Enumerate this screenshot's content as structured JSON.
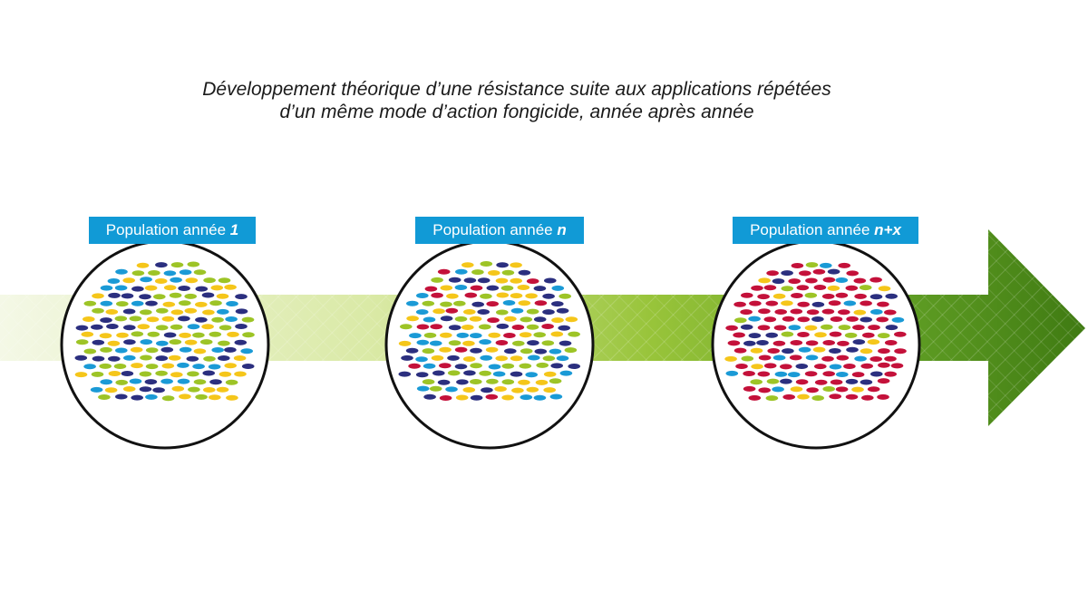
{
  "title": {
    "line1": "Développement théorique d’une résistance suite aux applications répétées",
    "line2": "d’un même mode d’action fongicide, année après année"
  },
  "stages": [
    {
      "label_text": "Population année ",
      "label_suffix": "1",
      "resistant_fraction": 0.0
    },
    {
      "label_text": "Population année ",
      "label_suffix": "n",
      "resistant_fraction": 0.12
    },
    {
      "label_text": "Population année ",
      "label_suffix": "n+x",
      "resistant_fraction": 0.55
    }
  ],
  "colors": {
    "label_bg": "#119ad6",
    "sensitive": [
      "#f5c61a",
      "#1a9ad6",
      "#9dc426",
      "#2b2f7f"
    ],
    "resistant": "#c4113a",
    "arrow_light": "#eef5d8",
    "arrow_dark": "#3f7a12"
  }
}
